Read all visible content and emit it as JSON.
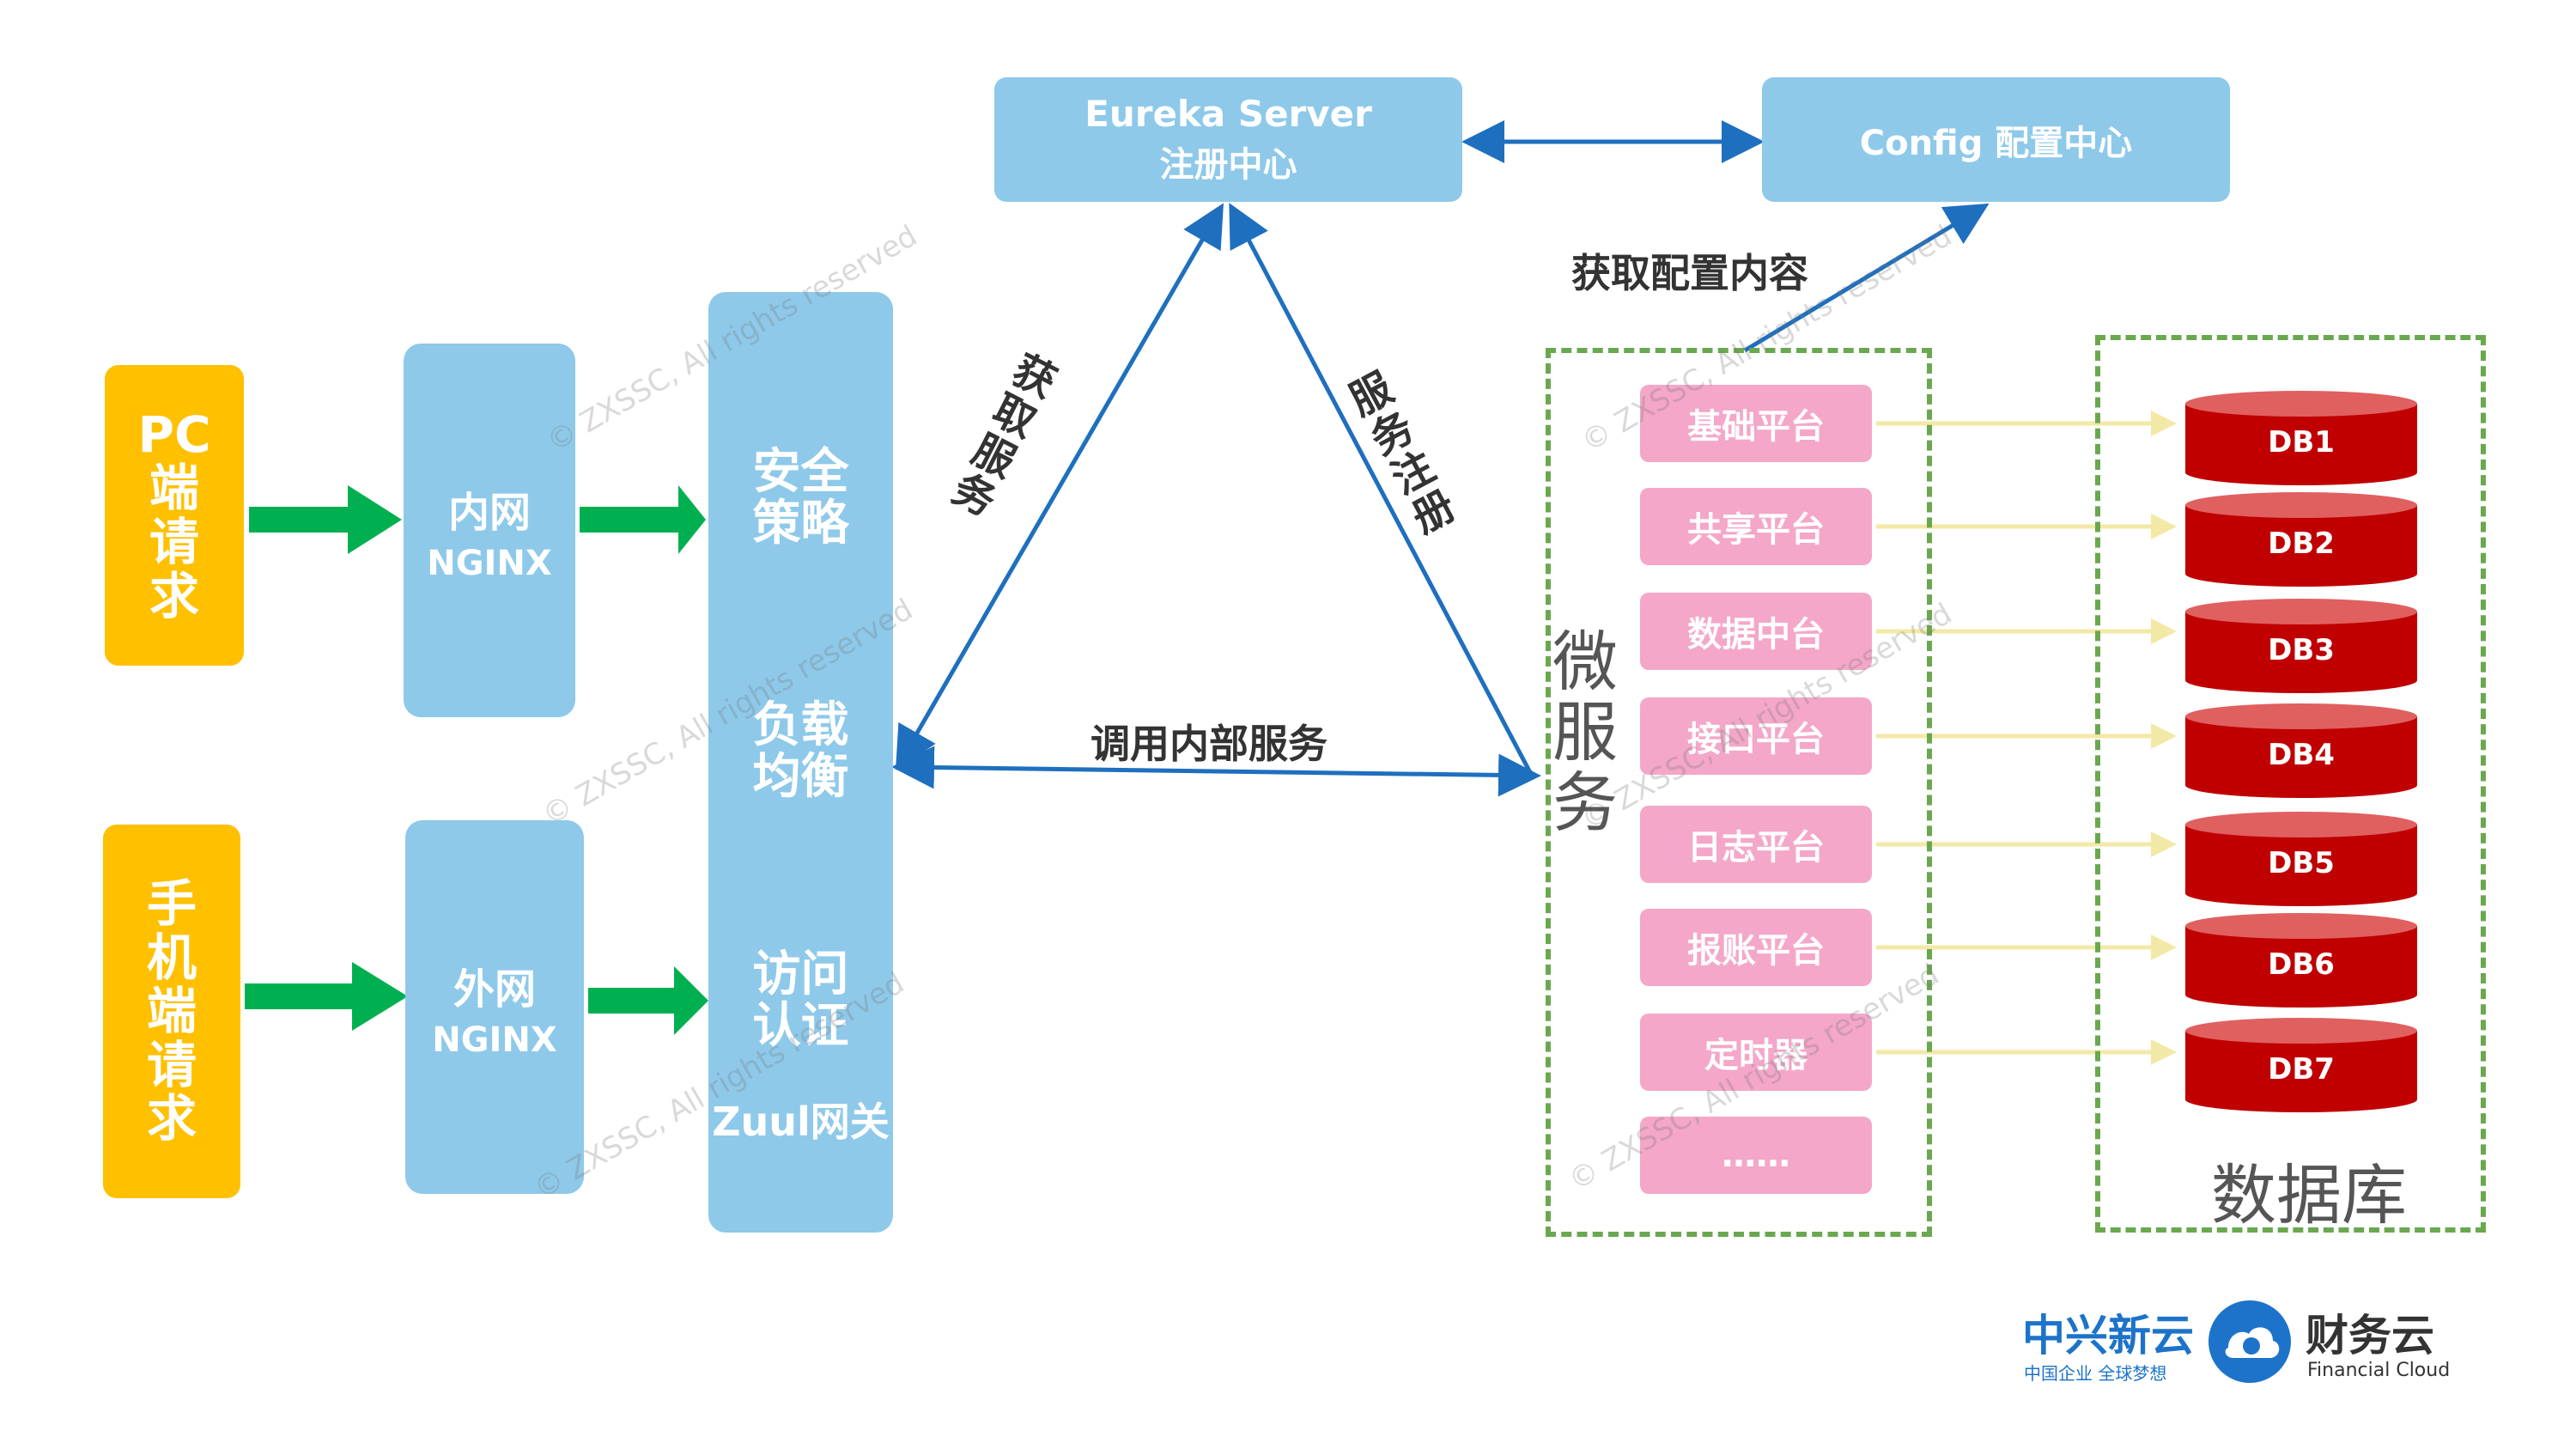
{
  "clients": {
    "pc": {
      "chars": [
        "PC",
        "端",
        "请",
        "求"
      ]
    },
    "mobile": {
      "chars": [
        "手",
        "机",
        "端",
        "请",
        "求"
      ]
    }
  },
  "nginx": {
    "inner": {
      "line1": "内网",
      "line2": "NGINX"
    },
    "outer": {
      "line1": "外网",
      "line2": "NGINX"
    }
  },
  "gateway": {
    "security": [
      "安全",
      "策略"
    ],
    "loadbalance": [
      "负载",
      "均衡"
    ],
    "auth": [
      "访问",
      "认证"
    ],
    "name": "Zuul网关"
  },
  "eureka": {
    "line1": "Eureka Server",
    "line2": "注册中心"
  },
  "config": {
    "label": "Config 配置中心"
  },
  "edges": {
    "get_service": [
      "获",
      "取",
      "服",
      "务"
    ],
    "register_service": [
      "服",
      "务",
      "注",
      "册"
    ],
    "call_internal": "调用内部服务",
    "get_config": "获取配置内容"
  },
  "microservices": {
    "title": [
      "微",
      "服",
      "务"
    ],
    "items": [
      "基础平台",
      "共享平台",
      "数据中台",
      "接口平台",
      "日志平台",
      "报账平台",
      "定时器",
      "……"
    ]
  },
  "databases": {
    "title": "数据库",
    "items": [
      "DB1",
      "DB2",
      "DB3",
      "DB4",
      "DB5",
      "DB6",
      "DB7"
    ]
  },
  "watermark": "© ZXSSC, All rights reserved",
  "logo": {
    "left_main": "中兴新云",
    "left_sub": "中国企业 全球梦想",
    "right_main": "财务云",
    "right_sub": "Financial Cloud"
  },
  "colors": {
    "client": "#ffc000",
    "node": "#8ec9ea",
    "service": "#f4a7c8",
    "database": "#c00000",
    "arrow_green": "#00b050",
    "arrow_blue": "#1f6fbf",
    "logo_blue": "#1d73c9"
  }
}
